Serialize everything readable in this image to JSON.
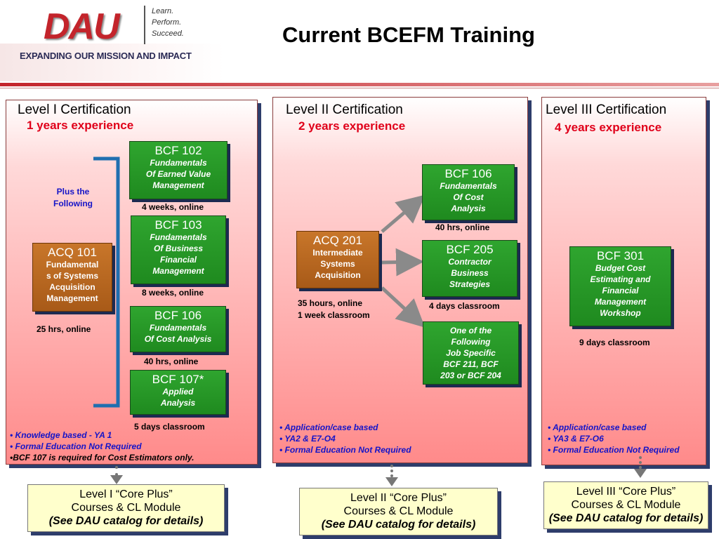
{
  "header": {
    "logo_text": "DAU",
    "tagline": [
      "Learn.",
      "Perform.",
      "Succeed."
    ],
    "mission": "EXPANDING OUR MISSION AND IMPACT",
    "title": "Current BCEFM Training"
  },
  "level1": {
    "title": "Level I  Certification",
    "experience": "1 years experience",
    "plus_label": [
      "Plus the",
      "Following"
    ],
    "acq": {
      "code": "ACQ 101",
      "desc": [
        "Fundamental",
        "s of Systems",
        "Acquisition",
        "Management"
      ],
      "note": "25  hrs, online"
    },
    "courses": [
      {
        "code": "BCF 102",
        "desc": [
          "Fundamentals",
          "Of Earned Value",
          "Management"
        ],
        "note": "4 weeks, online"
      },
      {
        "code": "BCF 103",
        "desc": [
          "Fundamentals",
          "Of Business",
          "Financial",
          "Management"
        ],
        "note": "8 weeks, online"
      },
      {
        "code": "BCF 106",
        "desc": [
          "Fundamentals",
          "Of Cost Analysis"
        ],
        "note": "40 hrs, online"
      },
      {
        "code": "BCF 107*",
        "desc": [
          "Applied",
          "Analysis"
        ],
        "note": "5 days classroom"
      }
    ],
    "bullets": [
      "• Knowledge based - YA 1",
      "• Formal Education Not Required",
      "•BCF 107 is required for Cost Estimators  only."
    ]
  },
  "level2": {
    "title": "Level II Certification",
    "experience": "2 years experience",
    "acq": {
      "code": "ACQ 201",
      "desc": [
        "Intermediate",
        "Systems",
        "Acquisition"
      ],
      "note": [
        "35 hours, online",
        "1 week classroom"
      ]
    },
    "courses": [
      {
        "code": "BCF 106",
        "desc": [
          "Fundamentals",
          "Of Cost",
          "Analysis"
        ],
        "note": "40 hrs, online"
      },
      {
        "code": "BCF 205",
        "desc": [
          "Contractor",
          "Business",
          "Strategies"
        ],
        "note": "4 days classroom"
      },
      {
        "code": "",
        "desc": [
          "One of the",
          "Following",
          "Job Specific",
          "BCF 211, BCF",
          "203  or BCF 204"
        ],
        "note": ""
      }
    ],
    "bullets": [
      "• Application/case based",
      "• YA2 & E7-O4",
      "• Formal Education Not Required"
    ]
  },
  "level3": {
    "title": "Level III Certification",
    "experience": "4 years experience",
    "course": {
      "code": "BCF 301",
      "desc": [
        "Budget Cost",
        "Estimating and",
        "Financial",
        "Management",
        "Workshop"
      ],
      "note": "9 days classroom"
    },
    "bullets": [
      "• Application/case based",
      "• YA3 & E7-O6",
      "• Formal Education Not Required"
    ]
  },
  "core_plus": [
    {
      "line1": "Level I “Core Plus”",
      "line2": "Courses & CL Module",
      "line3": "(See DAU catalog for details)"
    },
    {
      "line1": "Level II “Core Plus”",
      "line2": "Courses & CL Module",
      "line3": "(See DAU catalog for details)"
    },
    {
      "line1": "Level III “Core Plus”",
      "line2": "Courses & CL Module",
      "line3": "(See DAU catalog for details)"
    }
  ],
  "colors": {
    "brand_red": "#c3242b",
    "course_green": "#1f8a1f",
    "acq_orange": "#a85a18",
    "bullet_blue": "#1414c8",
    "experience_red": "#e0001a",
    "core_yellow": "#ffffcc"
  }
}
